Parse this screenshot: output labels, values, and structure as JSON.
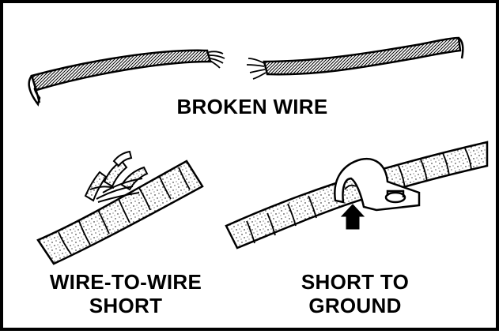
{
  "labels": {
    "broken_wire": "BROKEN WIRE",
    "wire_to_wire_line1": "WIRE-TO-WIRE",
    "wire_to_wire_line2": "SHORT",
    "short_to_ground_line1": "SHORT TO",
    "short_to_ground_line2": "GROUND"
  },
  "colors": {
    "ink": "#000000",
    "paper": "#ffffff"
  }
}
